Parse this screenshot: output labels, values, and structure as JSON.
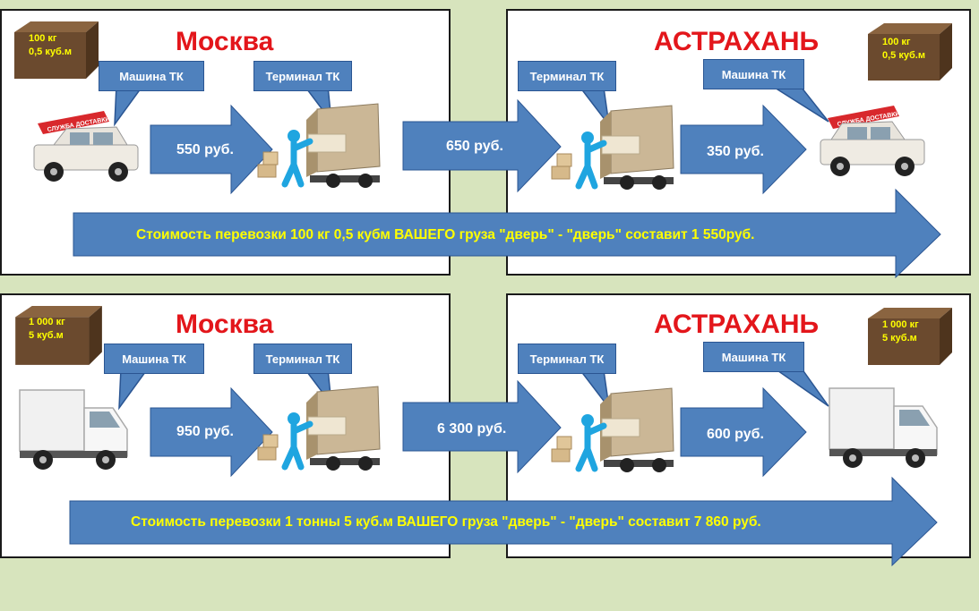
{
  "cities": {
    "from": "Москва",
    "to": "АСТРАХАНЬ"
  },
  "labels": {
    "car": "Машина ТК",
    "terminal": "Терминал ТК"
  },
  "car_logo": "СЛУЖБА ДОСТАВКИ",
  "rows": [
    {
      "cargo_weight": "100 кг",
      "cargo_volume": "0,5 куб.м",
      "price_pickup": "550 руб.",
      "price_transit": "650 руб.",
      "price_delivery": "350 руб.",
      "summary": "Стоимость перевозки 100 кг 0,5 кубм ВАШЕГО груза  \"дверь\" - \"дверь\"  составит 1 550руб."
    },
    {
      "cargo_weight": "1 000 кг",
      "cargo_volume": "5 куб.м",
      "price_pickup": "950 руб.",
      "price_transit": "6 300 руб.",
      "price_delivery": "600 руб.",
      "summary": "Стоимость перевозки 1 тонны 5 куб.м ВАШЕГО груза \"дверь\" - \"дверь\"  составит 7 860 руб."
    }
  ],
  "colors": {
    "background": "#d7e4bd",
    "arrow": "#4f81bd",
    "city_text": "#e3161b",
    "summary_text": "#ffff00",
    "box": "#6b4a2e"
  }
}
